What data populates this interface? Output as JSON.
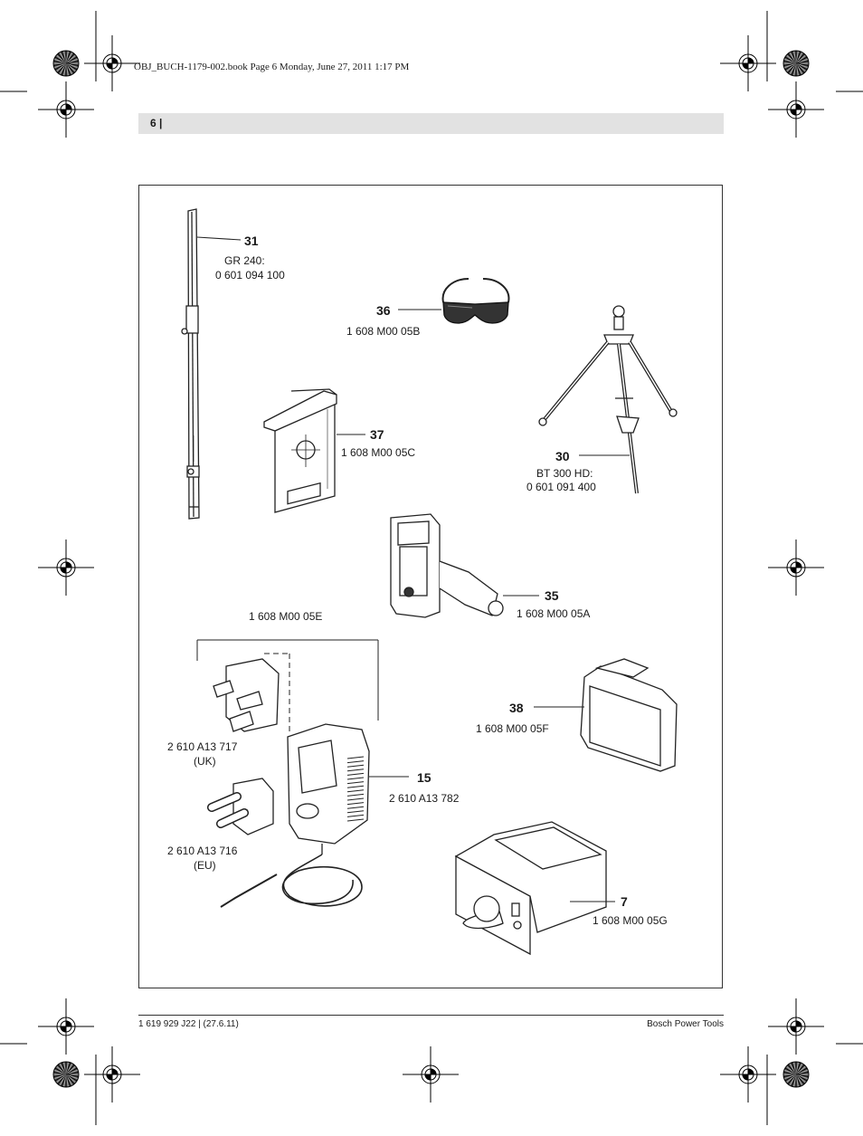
{
  "print_marks": {
    "book_line": "OBJ_BUCH-1179-002.book  Page 6  Monday, June 27, 2011  1:17 PM"
  },
  "header": {
    "page_number": "6"
  },
  "items": {
    "rod": {
      "number": "31",
      "code_line1": "GR 240:",
      "code_line2": "0 601 094 100"
    },
    "glasses": {
      "number": "36",
      "code": "1 608 M00 05B"
    },
    "target_plate": {
      "number": "37",
      "code": "1 608 M00 05C"
    },
    "tripod": {
      "number": "30",
      "code_line1": "BT 300 HD:",
      "code_line2": "0 601 091 400"
    },
    "receiver": {
      "number": "35",
      "code": "1 608 M00 05A"
    },
    "charger_set": {
      "code": "1 608 M00 05E"
    },
    "uk_plug": {
      "code_line1": "2 610 A13 717",
      "code_line2": "(UK)"
    },
    "charger": {
      "number": "15",
      "code": "2 610 A13 782"
    },
    "eu_plug": {
      "code_line1": "2 610 A13 716",
      "code_line2": "(EU)"
    },
    "case": {
      "number": "38",
      "code": "1 608 M00 05F"
    },
    "battery": {
      "number": "7",
      "code": "1 608 M00 05G"
    }
  },
  "footer": {
    "doc_id": "1 619 929 J22 | (27.6.11)",
    "brand": "Bosch Power Tools"
  }
}
